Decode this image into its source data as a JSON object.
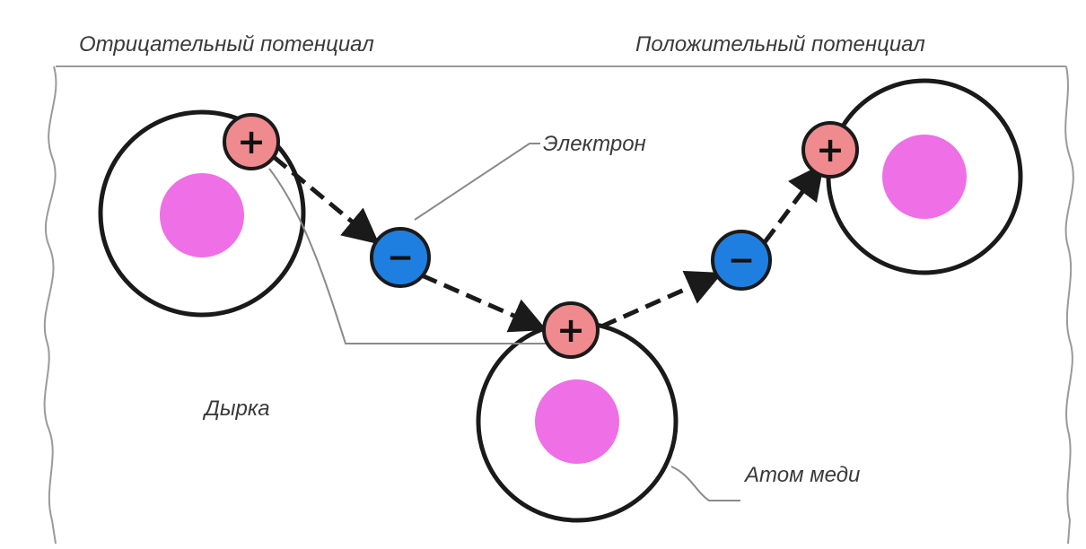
{
  "labels": {
    "negative_potential": "Отрицательный потенциал",
    "positive_potential": "Положительный потенциал",
    "electron": "Электрон",
    "hole": "Дырка",
    "copper_atom": "Атом меди"
  },
  "symbols": {
    "plus": "+",
    "minus": "−"
  },
  "colors": {
    "nucleus": "#ee6fe6",
    "hole_fill": "#ef8a8e",
    "electron_fill": "#1f7fe0",
    "outline": "#1a1a1a",
    "label_text": "#3a3a3a"
  }
}
